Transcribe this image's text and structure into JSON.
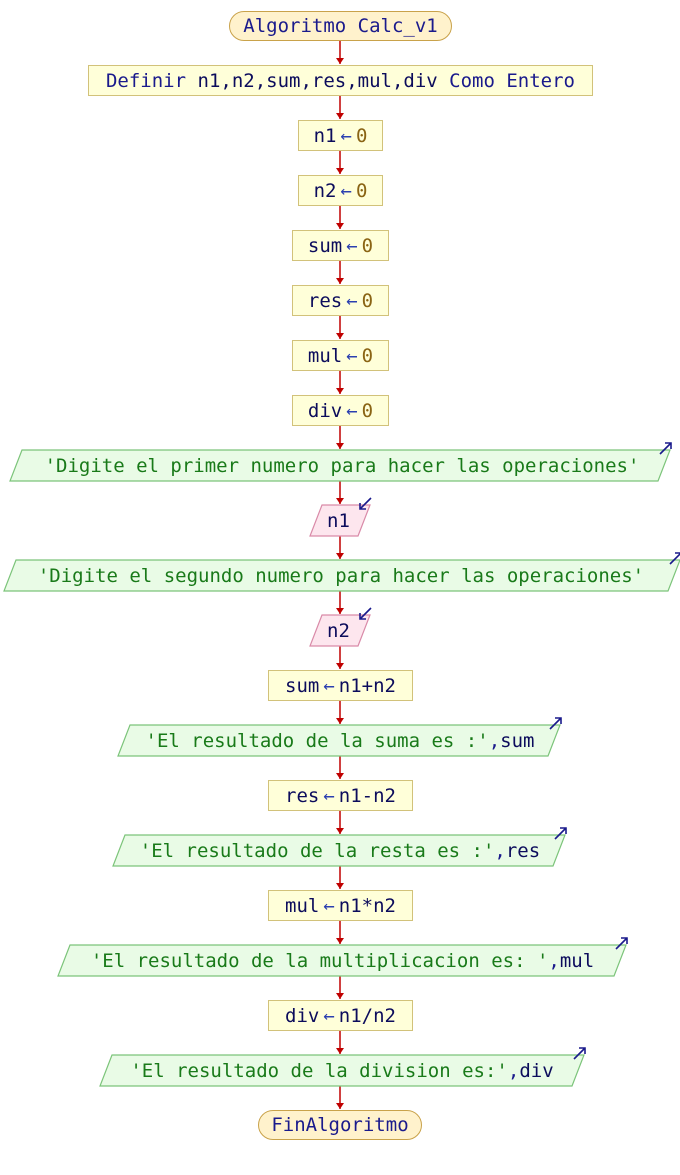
{
  "start": "Algoritmo Calc_v1",
  "end": "FinAlgoritmo",
  "define": {
    "kw": "Definir",
    "vars": "n1,n2,sum,res,mul,div",
    "type": "Como Entero"
  },
  "assign_symbol": "←",
  "assigns_init": [
    {
      "var": "n1",
      "val": "0"
    },
    {
      "var": "n2",
      "val": "0"
    },
    {
      "var": "sum",
      "val": "0"
    },
    {
      "var": "res",
      "val": "0"
    },
    {
      "var": "mul",
      "val": "0"
    },
    {
      "var": "div",
      "val": "0"
    }
  ],
  "prompt1": "'Digite el primer numero para hacer las operaciones'",
  "read1": "n1",
  "prompt2": "'Digite el segundo numero para hacer las operaciones'",
  "read2": "n2",
  "op_sum": {
    "var": "sum",
    "expr": "n1+n2"
  },
  "out_sum": {
    "str": "'El resultado de la suma es :'",
    "sep": ",",
    "var": "sum"
  },
  "op_res": {
    "var": "res",
    "expr": "n1-n2"
  },
  "out_res": {
    "str": "'El resultado de la resta es :'",
    "sep": ",",
    "var": "res"
  },
  "op_mul": {
    "var": "mul",
    "expr": "n1*n2"
  },
  "out_mul": {
    "str": "'El resultado de la multiplicacion es: '",
    "sep": ",",
    "var": "mul"
  },
  "op_div": {
    "var": "div",
    "expr": "n1/n2"
  },
  "out_div": {
    "str": "'El resultado de la division es:'",
    "sep": ",",
    "var": "div"
  },
  "colors": {
    "terminal_fill": "#fff2cc",
    "process_fill": "#ffffd9",
    "output_fill": "#e9fbe6",
    "input_fill": "#fde6ee",
    "connector": "#c00000",
    "keyword": "#1a1a8c",
    "string": "#197a19",
    "number": "#8a6414"
  }
}
